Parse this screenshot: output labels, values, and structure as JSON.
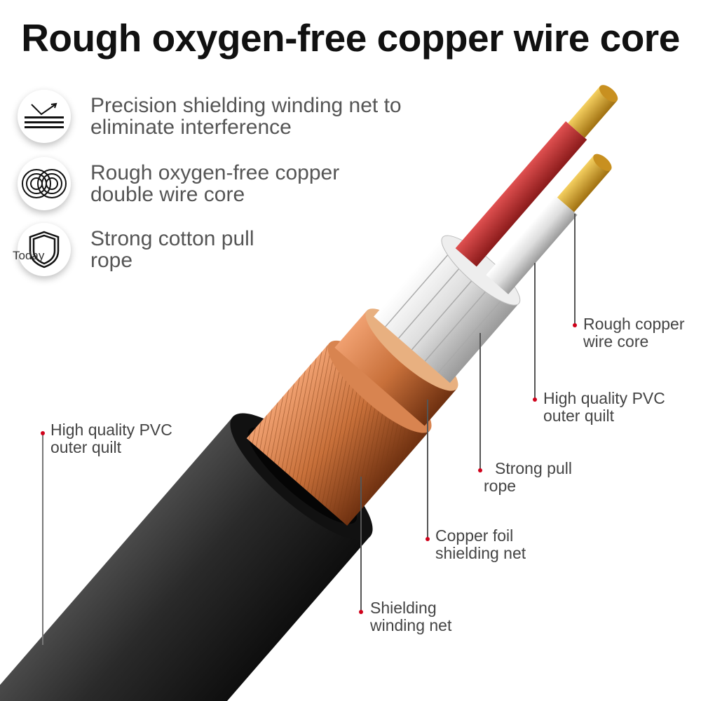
{
  "title": "Rough oxygen-free copper wire core",
  "features": [
    {
      "icon": "shield-layers-icon",
      "lines": [
        "Precision shielding winding net to",
        "eliminate interference"
      ]
    },
    {
      "icon": "rings-icon",
      "lines": [
        "Rough oxygen-free copper",
        "double wire core"
      ]
    },
    {
      "icon": "shield-badge-icon",
      "lines": [
        "Strong cotton pull",
        "rope"
      ],
      "overlay": "Today"
    }
  ],
  "callouts": [
    {
      "lines": [
        "Rough copper",
        "wire core"
      ]
    },
    {
      "lines": [
        "High quality PVC",
        "outer quilt"
      ]
    },
    {
      "lines": [
        "Strong pull",
        "rope"
      ]
    },
    {
      "lines": [
        "Copper foil",
        "shielding net"
      ]
    },
    {
      "lines": [
        "Shielding",
        "winding net"
      ]
    },
    {
      "lines": [
        "High quality PVC",
        "outer quilt"
      ]
    }
  ],
  "colors": {
    "accent_dot": "#d0021b",
    "jacket": "#1e1e1e",
    "copper": "#c8703a",
    "red_wire": "#b0282a",
    "gold": "#d9a520"
  }
}
